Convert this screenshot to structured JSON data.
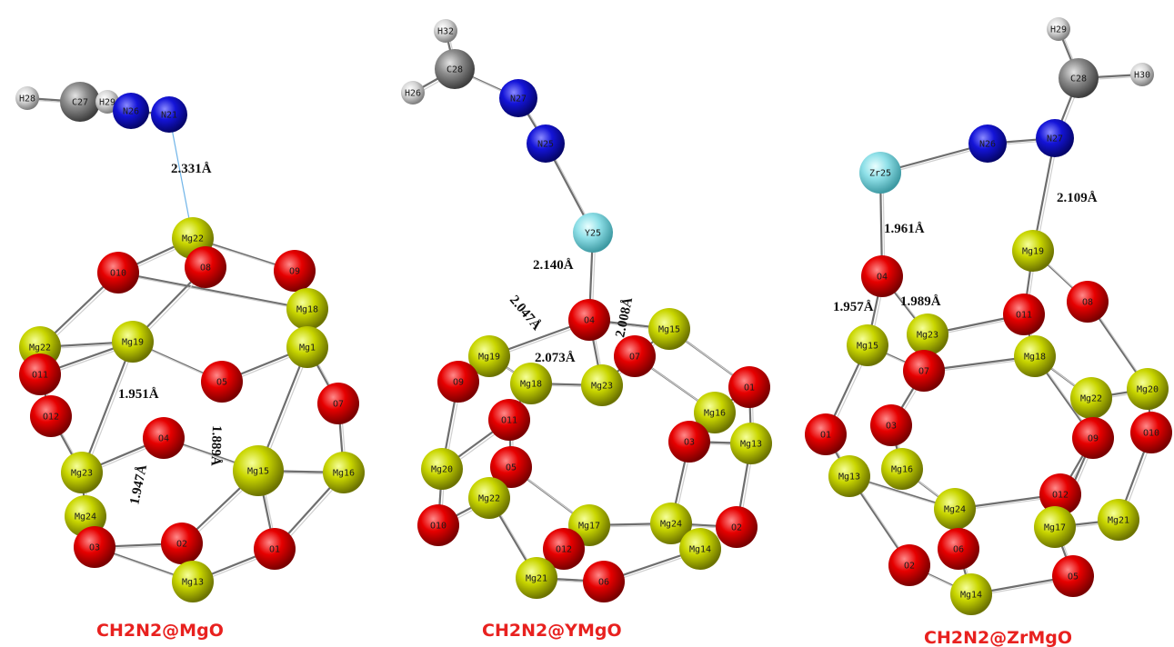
{
  "colors": {
    "O": "#e10000",
    "Mg": "#c8d400",
    "N": "#1212d8",
    "C": "#8a8a8a",
    "H": "#d8d8d8",
    "Y": "#8fe0e8",
    "Zr": "#8fe0e8",
    "caption": "#e8211f"
  },
  "structures": [
    {
      "caption": "CH2N2@MgO",
      "distances": [
        "2.331Å",
        "1.951Å",
        "1.947Å",
        "1.889Å"
      ],
      "atoms": [
        "H28",
        "C27",
        "H29",
        "N26",
        "N21",
        "Mg22",
        "O10",
        "O8",
        "O9",
        "Mg18",
        "Mg22",
        "Mg19",
        "Mg1",
        "O11",
        "O5",
        "O12",
        "O7",
        "O4",
        "Mg23",
        "Mg15",
        "Mg16",
        "Mg24",
        "O3",
        "O2",
        "O1",
        "Mg13"
      ]
    },
    {
      "caption": "CH2N2@YMgO",
      "distances": [
        "2.140Å",
        "2.047Å",
        "2.008Å",
        "2.073Å"
      ],
      "atoms": [
        "H32",
        "C28",
        "H26",
        "N27",
        "N25",
        "Y25",
        "O4",
        "Mg15",
        "Mg19",
        "O7",
        "Mg18",
        "Mg23",
        "O9",
        "O1",
        "O11",
        "Mg16",
        "O3",
        "Mg13",
        "Mg20",
        "O5",
        "Mg22",
        "O10",
        "Mg17",
        "Mg24",
        "O2",
        "O12",
        "Mg14",
        "Mg21",
        "O6"
      ]
    },
    {
      "caption": "CH2N2@ZrMgO",
      "distances": [
        "1.961Å",
        "1.957Å",
        "1.989Å",
        "2.109Å"
      ],
      "atoms": [
        "H29",
        "C28",
        "H30",
        "N26",
        "N27",
        "Zr25",
        "O4",
        "Mg19",
        "O8",
        "O11",
        "Mg15",
        "Mg23",
        "O7",
        "Mg18",
        "Mg22",
        "Mg20",
        "O1",
        "O3",
        "O9",
        "O10",
        "Mg13",
        "Mg16",
        "Mg24",
        "O12",
        "Mg17",
        "Mg21",
        "O2",
        "O6",
        "O5",
        "Mg14"
      ]
    }
  ]
}
